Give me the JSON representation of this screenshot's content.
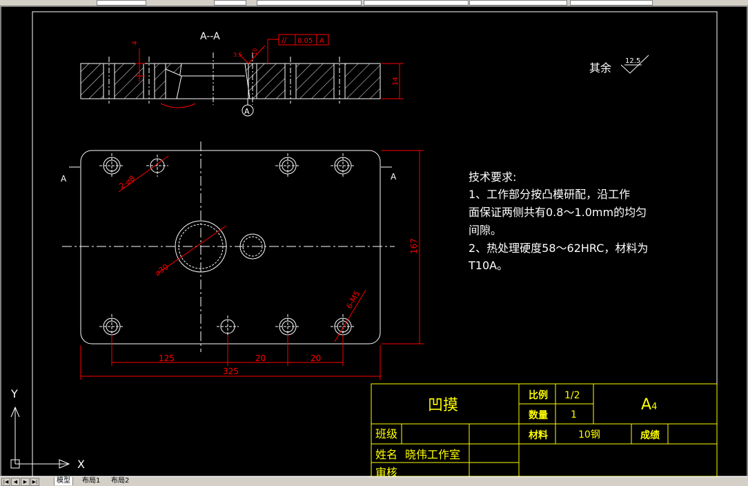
{
  "section_view": {
    "title": "A--A",
    "tolerance_symbol": "//",
    "tolerance_value": "0.05",
    "datum": "A",
    "dim_4": "4",
    "dim_14": "14",
    "dim_3_5": "3.5",
    "dim_small": "10",
    "datum_circle": "A"
  },
  "surface_note": {
    "label": "其余",
    "roughness": "12.5"
  },
  "plan_view": {
    "section_mark_left": "A",
    "section_mark_right": "A",
    "hole_callout_2": "2-⌀8",
    "hole_callout_main": "⌀30",
    "hole_callout_6": "6-M5",
    "dim_125": "125",
    "dim_20a": "20",
    "dim_20b": "20",
    "dim_325": "325",
    "dim_167": "167"
  },
  "tech_requirements": {
    "heading": "技术要求:",
    "line1": "1、工作部分按凸模研配，沿工作",
    "line2": "面保证两侧共有0.8～1.0mm的均匀",
    "line3": "间隙。",
    "line4": "2、热处理硬度58～62HRC，材料为",
    "line5": "T10A。"
  },
  "title_block": {
    "part_name": "凹摸",
    "scale_label": "比例",
    "scale_value": "1/2",
    "qty_label": "数量",
    "qty_value": "1",
    "sheet_size": "A",
    "sheet_size_sub": "4",
    "class_label": "班级",
    "material_label": "材料",
    "material_value": "10钢",
    "grade_label": "成绩",
    "name_label": "姓名",
    "name_value": "晓伟工作室",
    "review_label": "审核"
  },
  "ucs": {
    "x": "X",
    "y": "Y"
  },
  "tabs": [
    "模型",
    "布局1",
    "布局2"
  ],
  "colors": {
    "background": "#000000",
    "line_white": "#ffffff",
    "dimension_red": "#ff0000",
    "titleblock_yellow": "#ffff00",
    "ui_gray": "#d4d0c8"
  }
}
